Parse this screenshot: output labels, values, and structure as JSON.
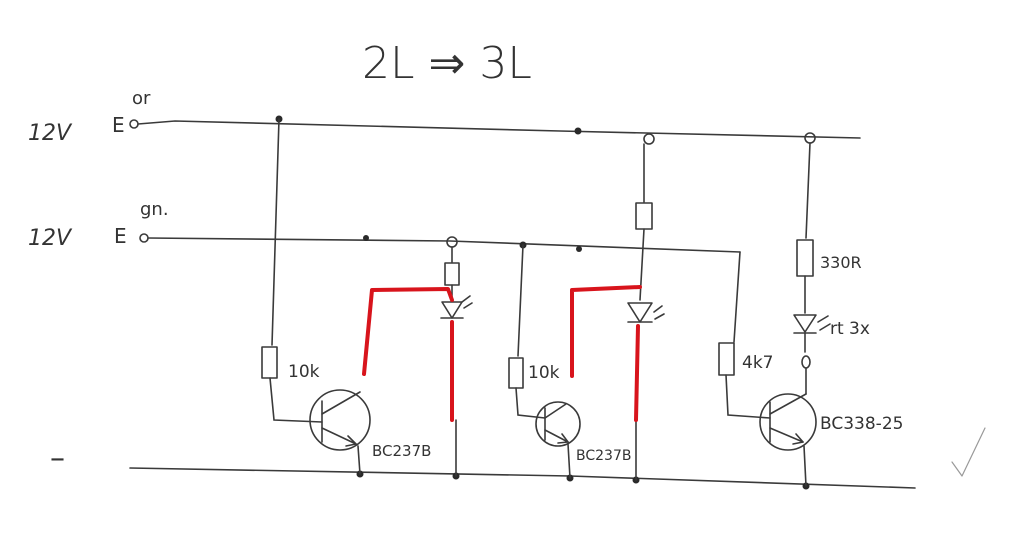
{
  "title": "2L ⇒ 3L",
  "inputs": [
    {
      "voltage": "12V",
      "terminal": "E",
      "color_code": "or"
    },
    {
      "voltage": "12V",
      "terminal": "E",
      "color_code": "gn."
    }
  ],
  "ground_symbol": "–",
  "components": {
    "r1": "10k",
    "q1": "BC237B",
    "r2": "10k",
    "q2": "BC237B",
    "r3": "4k7",
    "q3": "BC338-25",
    "r4": "330R",
    "led3": "rt 3x"
  },
  "colors": {
    "wire": "#3a3a3a",
    "modification": "#d8141c"
  }
}
